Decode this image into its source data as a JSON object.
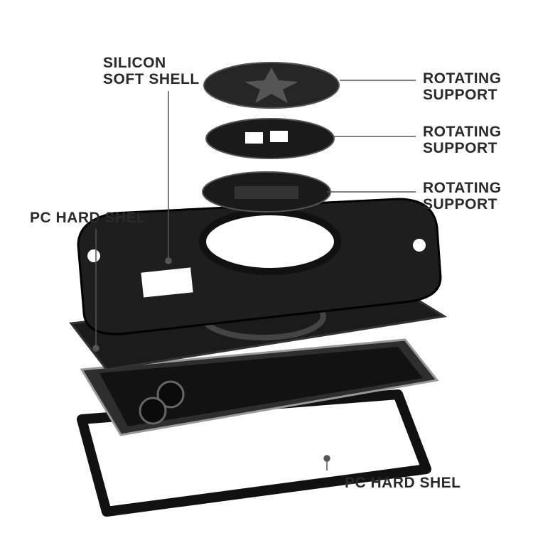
{
  "labels": {
    "silicon_line1": "SILICON",
    "silicon_line2": "SOFT SHELL",
    "rotating1_line1": "ROTATING",
    "rotating1_line2": "SUPPORT",
    "rotating2_line1": "ROTATING",
    "rotating2_line2": "SUPPORT",
    "rotating3_line1": "ROTATING",
    "rotating3_line2": "SUPPORT",
    "pc_left": "PC HARD SHEL",
    "pc_bottom": "PC HARD SHEL"
  },
  "colors": {
    "text": "#2a2a2a",
    "leader": "#555555",
    "case": "#1a1a1a",
    "phone": "#3a3a3a"
  }
}
